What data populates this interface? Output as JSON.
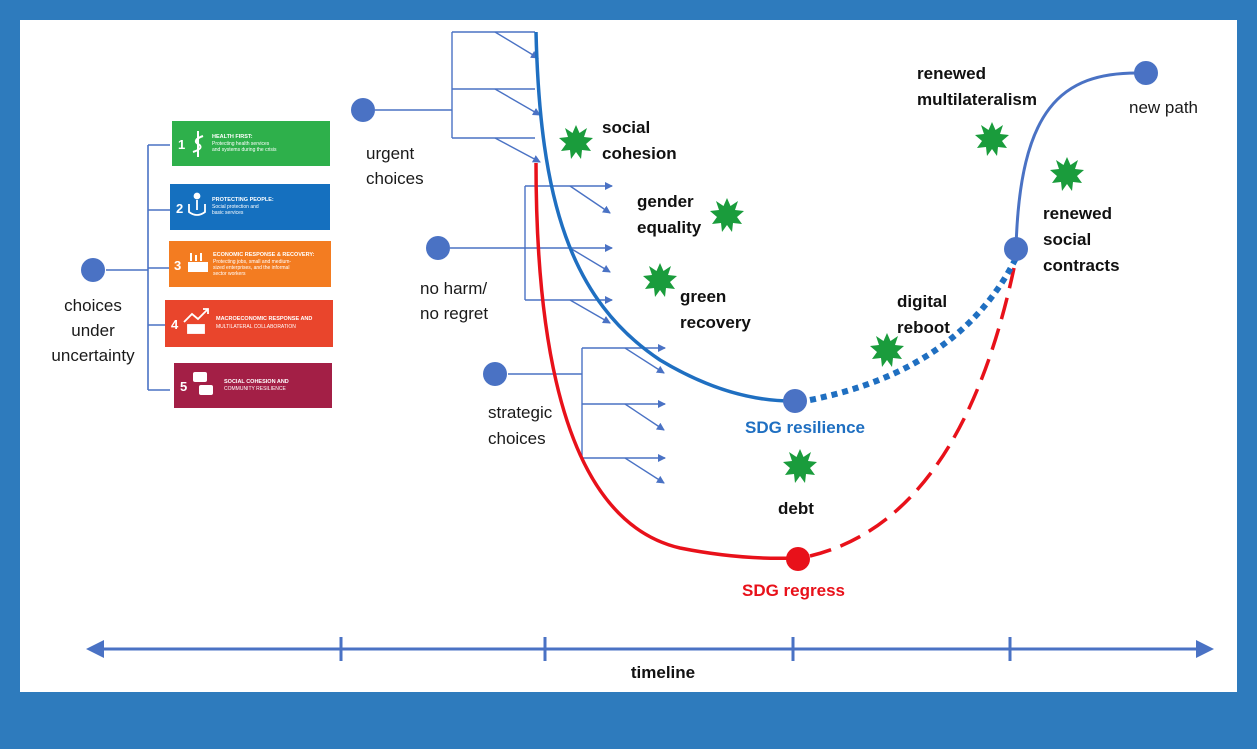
{
  "colors": {
    "frame": "#2e7bbd",
    "axis": "#4a72c4",
    "resilience": "#1f6fc1",
    "regress": "#e8111a",
    "node": "#4a72c4",
    "burst": "#1a9c3c",
    "card1": "#2eb04b",
    "card2": "#1570bf",
    "card3": "#f37c21",
    "card4": "#e9452c",
    "card5": "#a31f46"
  },
  "labels": {
    "choices_under_uncertainty": [
      "choices",
      "under",
      "uncertainty"
    ],
    "urgent_choices": [
      "urgent",
      "choices"
    ],
    "no_harm": [
      "no harm/",
      "no regret"
    ],
    "strategic_choices": [
      "strategic",
      "choices"
    ],
    "social_cohesion": [
      "social",
      "cohesion"
    ],
    "gender_equality": [
      "gender",
      "equality"
    ],
    "green_recovery": [
      "green",
      "recovery"
    ],
    "digital_reboot": [
      "digital",
      "reboot"
    ],
    "debt": "debt",
    "renewed_multilateralism": [
      "renewed",
      "multilateralism"
    ],
    "renewed_social_contracts": [
      "renewed",
      "social",
      "contracts"
    ],
    "new_path": "new path",
    "sdg_resilience": "SDG resilience",
    "sdg_regress": "SDG regress",
    "timeline": "timeline"
  },
  "cards": [
    {
      "num": "1",
      "icon": "health-icon",
      "title": "HEALTH FIRST:",
      "sub": [
        "Protecting health services",
        "and systems during the crisis"
      ]
    },
    {
      "num": "2",
      "icon": "person-hands-icon",
      "title": "PROTECTING PEOPLE:",
      "sub": [
        "Social protection and",
        "basic services"
      ]
    },
    {
      "num": "3",
      "icon": "factory-icon",
      "title": "ECONOMIC RESPONSE & RECOVERY:",
      "sub": [
        "Protecting jobs, small and medium-",
        "sized enterprises, and the informal",
        "sector workers"
      ]
    },
    {
      "num": "4",
      "icon": "chart-rising-icon",
      "title": "MACROECONOMIC RESPONSE AND",
      "sub": [
        "MULTILATERAL COLLABORATION"
      ]
    },
    {
      "num": "5",
      "icon": "speech-bubbles-icon",
      "title": "SOCIAL COHESION AND",
      "sub": [
        "COMMUNITY RESILIENCE"
      ]
    }
  ]
}
